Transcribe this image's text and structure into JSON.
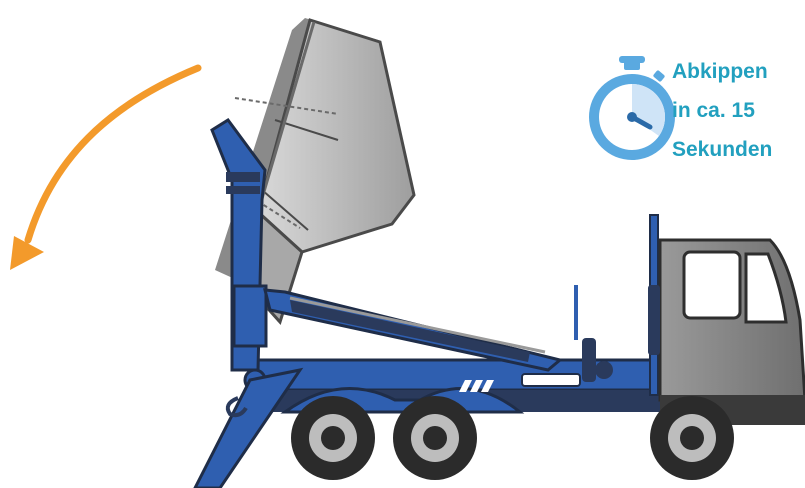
{
  "caption": {
    "line1": "Abkippen",
    "line2": "in ca. 15",
    "line3": "Sekunden"
  },
  "colors": {
    "truck_blue": "#2f5fb0",
    "truck_dark": "#2a3a5c",
    "container_grey": "#b9b9b9",
    "cab_grey": "#8f8f8f",
    "arrow_orange": "#f39a2b",
    "timer_blue": "#5aa9e0",
    "caption_teal": "#22a0bf"
  },
  "icons": [
    "rotation-arrow-icon",
    "stopwatch-icon"
  ]
}
